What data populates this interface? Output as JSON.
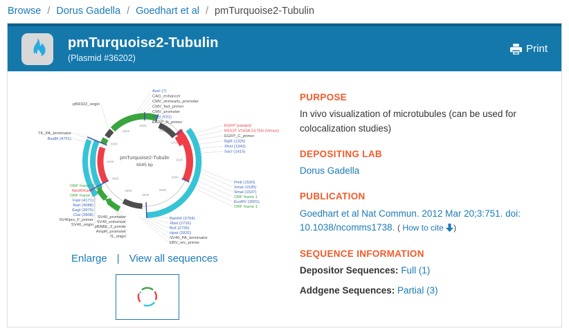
{
  "breadcrumb": {
    "sep": "/",
    "items": [
      {
        "label": "Browse"
      },
      {
        "label": "Dorus Gadella"
      },
      {
        "label": "Goedhart et al"
      }
    ],
    "current": "pmTurquoise2-Tubulin"
  },
  "header": {
    "title": "pmTurquoise2-Tubulin",
    "subtitle": "(Plasmid #36202)",
    "print_label": "Print"
  },
  "colors": {
    "header_blue": "#1578AB",
    "accent_orange": "#F15A29",
    "link_blue": "#1A7AB8"
  },
  "map": {
    "center_title": "pmTurquoise2-Tubulin",
    "center_subtitle": "6045 bp",
    "ticks": [
      "500",
      "1000",
      "1500",
      "2000",
      "2500",
      "3000",
      "3500",
      "4000",
      "4500",
      "5000",
      "5500",
      "6000"
    ],
    "labels": [
      {
        "text": "AseI (7)",
        "type": "restriction-site"
      },
      {
        "text": "CAG_enhancer",
        "type": "feature"
      },
      {
        "text": "CMV_immearly_promoter",
        "type": "feature"
      },
      {
        "text": "CMV_fwd_primer",
        "type": "feature"
      },
      {
        "text": "CMV_promoter",
        "type": "feature"
      },
      {
        "text": "NheI (591)",
        "type": "restriction-site"
      },
      {
        "text": "EGFP_N_primer",
        "type": "feature"
      },
      {
        "text": "EGFP (variant)",
        "type": "variant"
      },
      {
        "text": "M153T V163A S175G (Venus)",
        "type": "variant"
      },
      {
        "text": "EGFP_C_primer",
        "type": "feature"
      },
      {
        "text": "BglII (1326)",
        "type": "restriction-site"
      },
      {
        "text": "XhoI (1343)",
        "type": "restriction-site"
      },
      {
        "text": "SacI (1415)",
        "type": "restriction-site"
      },
      {
        "text": "PmlI (1520)",
        "type": "restriction-site"
      },
      {
        "text": "XmaI (1535)",
        "type": "restriction-site"
      },
      {
        "text": "SmaI (1537)",
        "type": "restriction-site"
      },
      {
        "text": "ORF frame 1",
        "type": "orf"
      },
      {
        "text": "EcoRV (2001)",
        "type": "restriction-site"
      },
      {
        "text": "ORF frame 1",
        "type": "orf"
      },
      {
        "text": "BamHI (2704)",
        "type": "restriction-site"
      },
      {
        "text": "XbaI (2716)",
        "type": "restriction-site"
      },
      {
        "text": "BclI (2726)",
        "type": "restriction-site"
      },
      {
        "text": "HpaI (2832)",
        "type": "restriction-site"
      },
      {
        "text": "SV40_PA_terminator",
        "type": "feature"
      },
      {
        "text": "EBV_rev_primer",
        "type": "feature"
      },
      {
        "text": "ORF frame 3",
        "type": "orf"
      },
      {
        "text": "NeoR/KanR",
        "type": "variant"
      },
      {
        "text": "ORF frame 2",
        "type": "orf"
      },
      {
        "text": "FspI (4171)",
        "type": "restriction-site"
      },
      {
        "text": "NarI (4088)",
        "type": "restriction-site"
      },
      {
        "text": "EagI (3975)",
        "type": "restriction-site"
      },
      {
        "text": "ClaI (3908)",
        "type": "restriction-site"
      },
      {
        "text": "SV40pro_F_primer",
        "type": "feature"
      },
      {
        "text": "SV40_origin",
        "type": "feature"
      },
      {
        "text": "SV40_promoter",
        "type": "feature"
      },
      {
        "text": "SV40_enhancer",
        "type": "feature"
      },
      {
        "text": "pBABE_3_primer",
        "type": "feature"
      },
      {
        "text": "AmpR_promoter",
        "type": "feature"
      },
      {
        "text": "f1_origin",
        "type": "feature"
      },
      {
        "text": "pBR322_origin",
        "type": "feature"
      },
      {
        "text": "TK_PA_terminator",
        "type": "feature"
      },
      {
        "text": "BsaBI (4751)",
        "type": "restriction-site"
      }
    ]
  },
  "map_links": {
    "enlarge": "Enlarge",
    "view_all": "View all sequences"
  },
  "sections": {
    "purpose": {
      "heading": "PURPOSE",
      "text": "In vivo visualization of microtubules (can be used for colocalization studies)"
    },
    "depositing_lab": {
      "heading": "DEPOSITING LAB",
      "link": "Dorus Gadella"
    },
    "publication": {
      "heading": "PUBLICATION",
      "link": "Goedhart et al Nat Commun. 2012 Mar 20;3:751. doi: 10.1038/ncomms1738.",
      "cite_open": "(",
      "cite_link": "How to cite",
      "cite_close": ")"
    },
    "sequence_info": {
      "heading": "SEQUENCE INFORMATION",
      "rows": [
        {
          "label": "Depositor Sequences:",
          "link": "Full (1)"
        },
        {
          "label": "Addgene Sequences:",
          "link": "Partial (3)"
        }
      ]
    }
  }
}
